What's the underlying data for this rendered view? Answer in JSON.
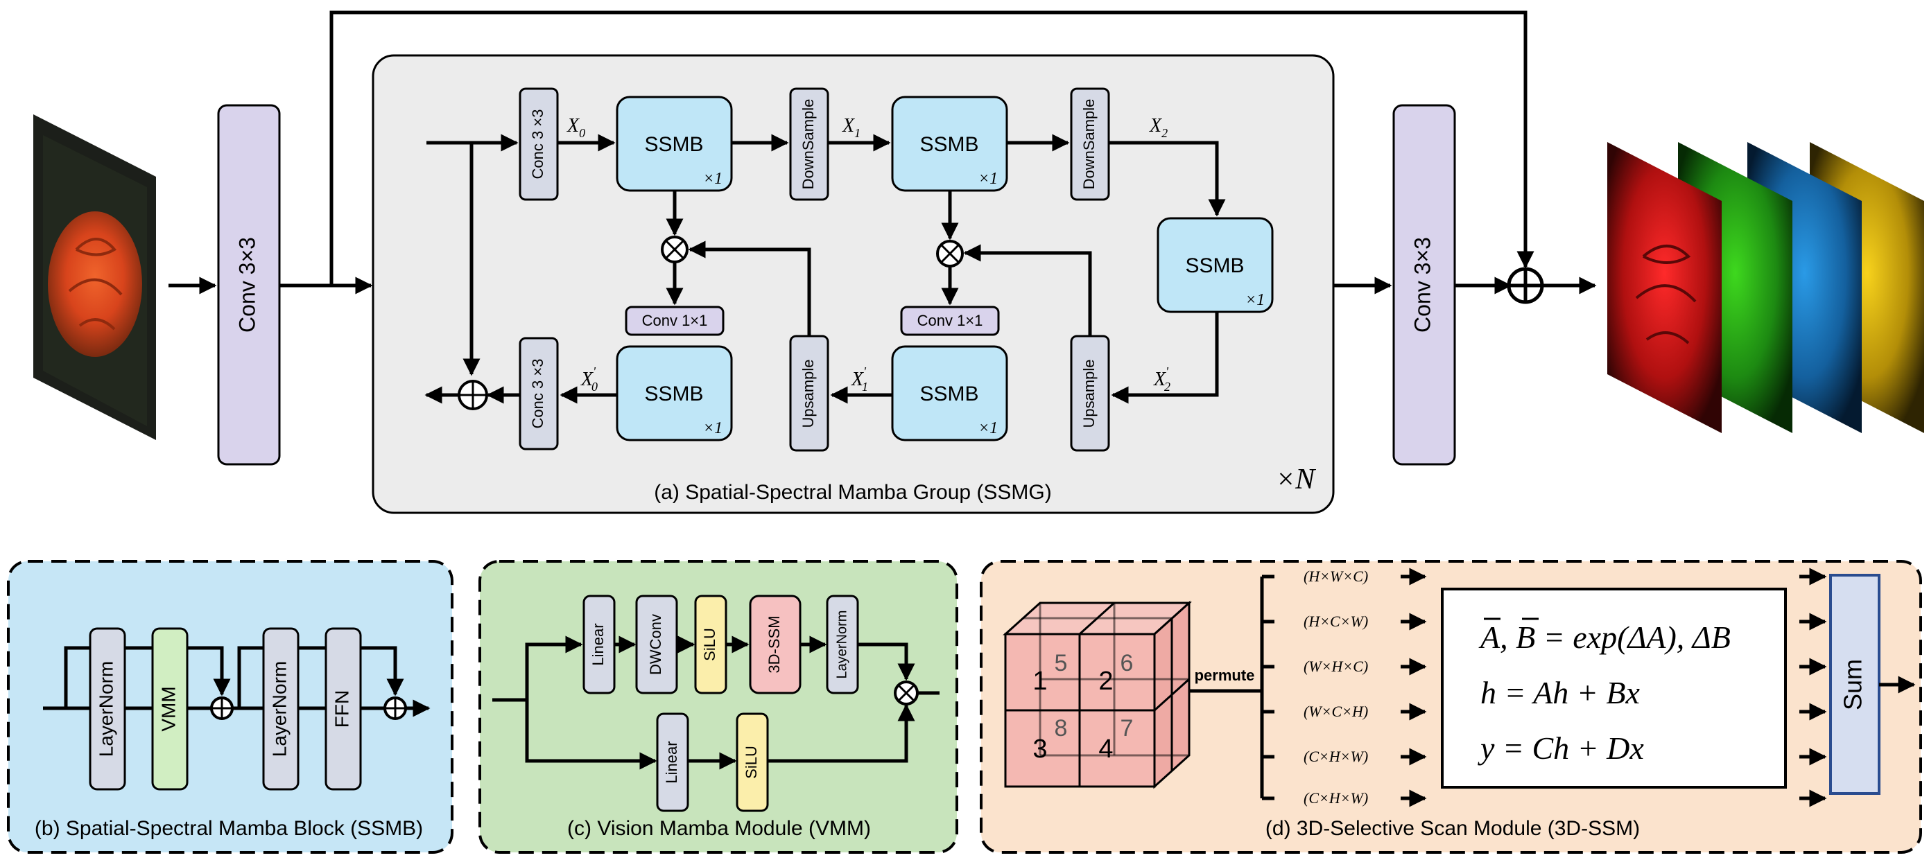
{
  "main": {
    "conv_left_label": "Conv 3×3",
    "conv_right_label": "Conv 3×3",
    "times_n": "×N",
    "ssmg_caption": "(a) Spatial-Spectral Mamba Group (SSMG)",
    "conc_top": "Conc 3 ×3",
    "conc_bottom": "Conc 3 ×3",
    "ssmb_label": "SSMB",
    "ssmb_mult": "×1",
    "downsample": "DownSample",
    "upsample": "Upsample",
    "conv1x1": "Conv 1×1",
    "x0": "X",
    "x0_sub": "0",
    "x1": "X",
    "x1_sub": "1",
    "x2": "X",
    "x2_sub": "2",
    "x0p": "X",
    "x0p_sub": "0",
    "x1p": "X",
    "x1p_sub": "1",
    "x2p": "X",
    "x2p_sub": "2",
    "prime": "'"
  },
  "panel_b": {
    "caption": "(b) Spatial-Spectral Mamba Block (SSMB)",
    "layernorm1": "LayerNorm",
    "vmm": "VMM",
    "layernorm2": "LayerNorm",
    "ffn": "FFN"
  },
  "panel_c": {
    "caption": "(c) Vision Mamba Module (VMM)",
    "linear1": "Linear",
    "dwconv": "DWConv",
    "silu1": "SiLU",
    "ssm3d": "3D-SSM",
    "layernorm": "LayerNorm",
    "linear2": "Linear",
    "silu2": "SiLU"
  },
  "panel_d": {
    "caption": "(d) 3D-Selective Scan Module (3D-SSM)",
    "permute": "permute",
    "orders": [
      "(H×W×C)",
      "(H×C×W)",
      "(W×H×C)",
      "(W×C×H)",
      "(C×H×W)",
      "(C×H×W)"
    ],
    "cube_numbers": [
      "1",
      "2",
      "3",
      "4",
      "5",
      "6",
      "7",
      "8"
    ],
    "eq1": "A, B = exp(ΔA), ΔB",
    "eq2": "h = Ah   + Bx",
    "eq3": "y  =  Ch  +  Dx",
    "sum": "Sum"
  },
  "colors": {
    "conv_fill": "#d9d3ec",
    "panel_a_fill": "#ececec",
    "ssmb_fill": "#bfe6f7",
    "small_block_fill": "#d6dae6",
    "panel_b_fill": "#c6e6f6",
    "panel_c_fill": "#c8e4bc",
    "panel_d_fill": "#fbe3cd",
    "vmm_fill": "#d1eec2",
    "silu_fill": "#fbeeab",
    "ssm3d_fill": "#f6c1c1",
    "cube_fill": "#f4b8b2",
    "sum_fill": "#d6def0",
    "red_channel": "#d01818",
    "green_channel": "#2f9e1c",
    "blue_channel": "#1d79c2",
    "yellow_channel": "#d8b40a"
  }
}
